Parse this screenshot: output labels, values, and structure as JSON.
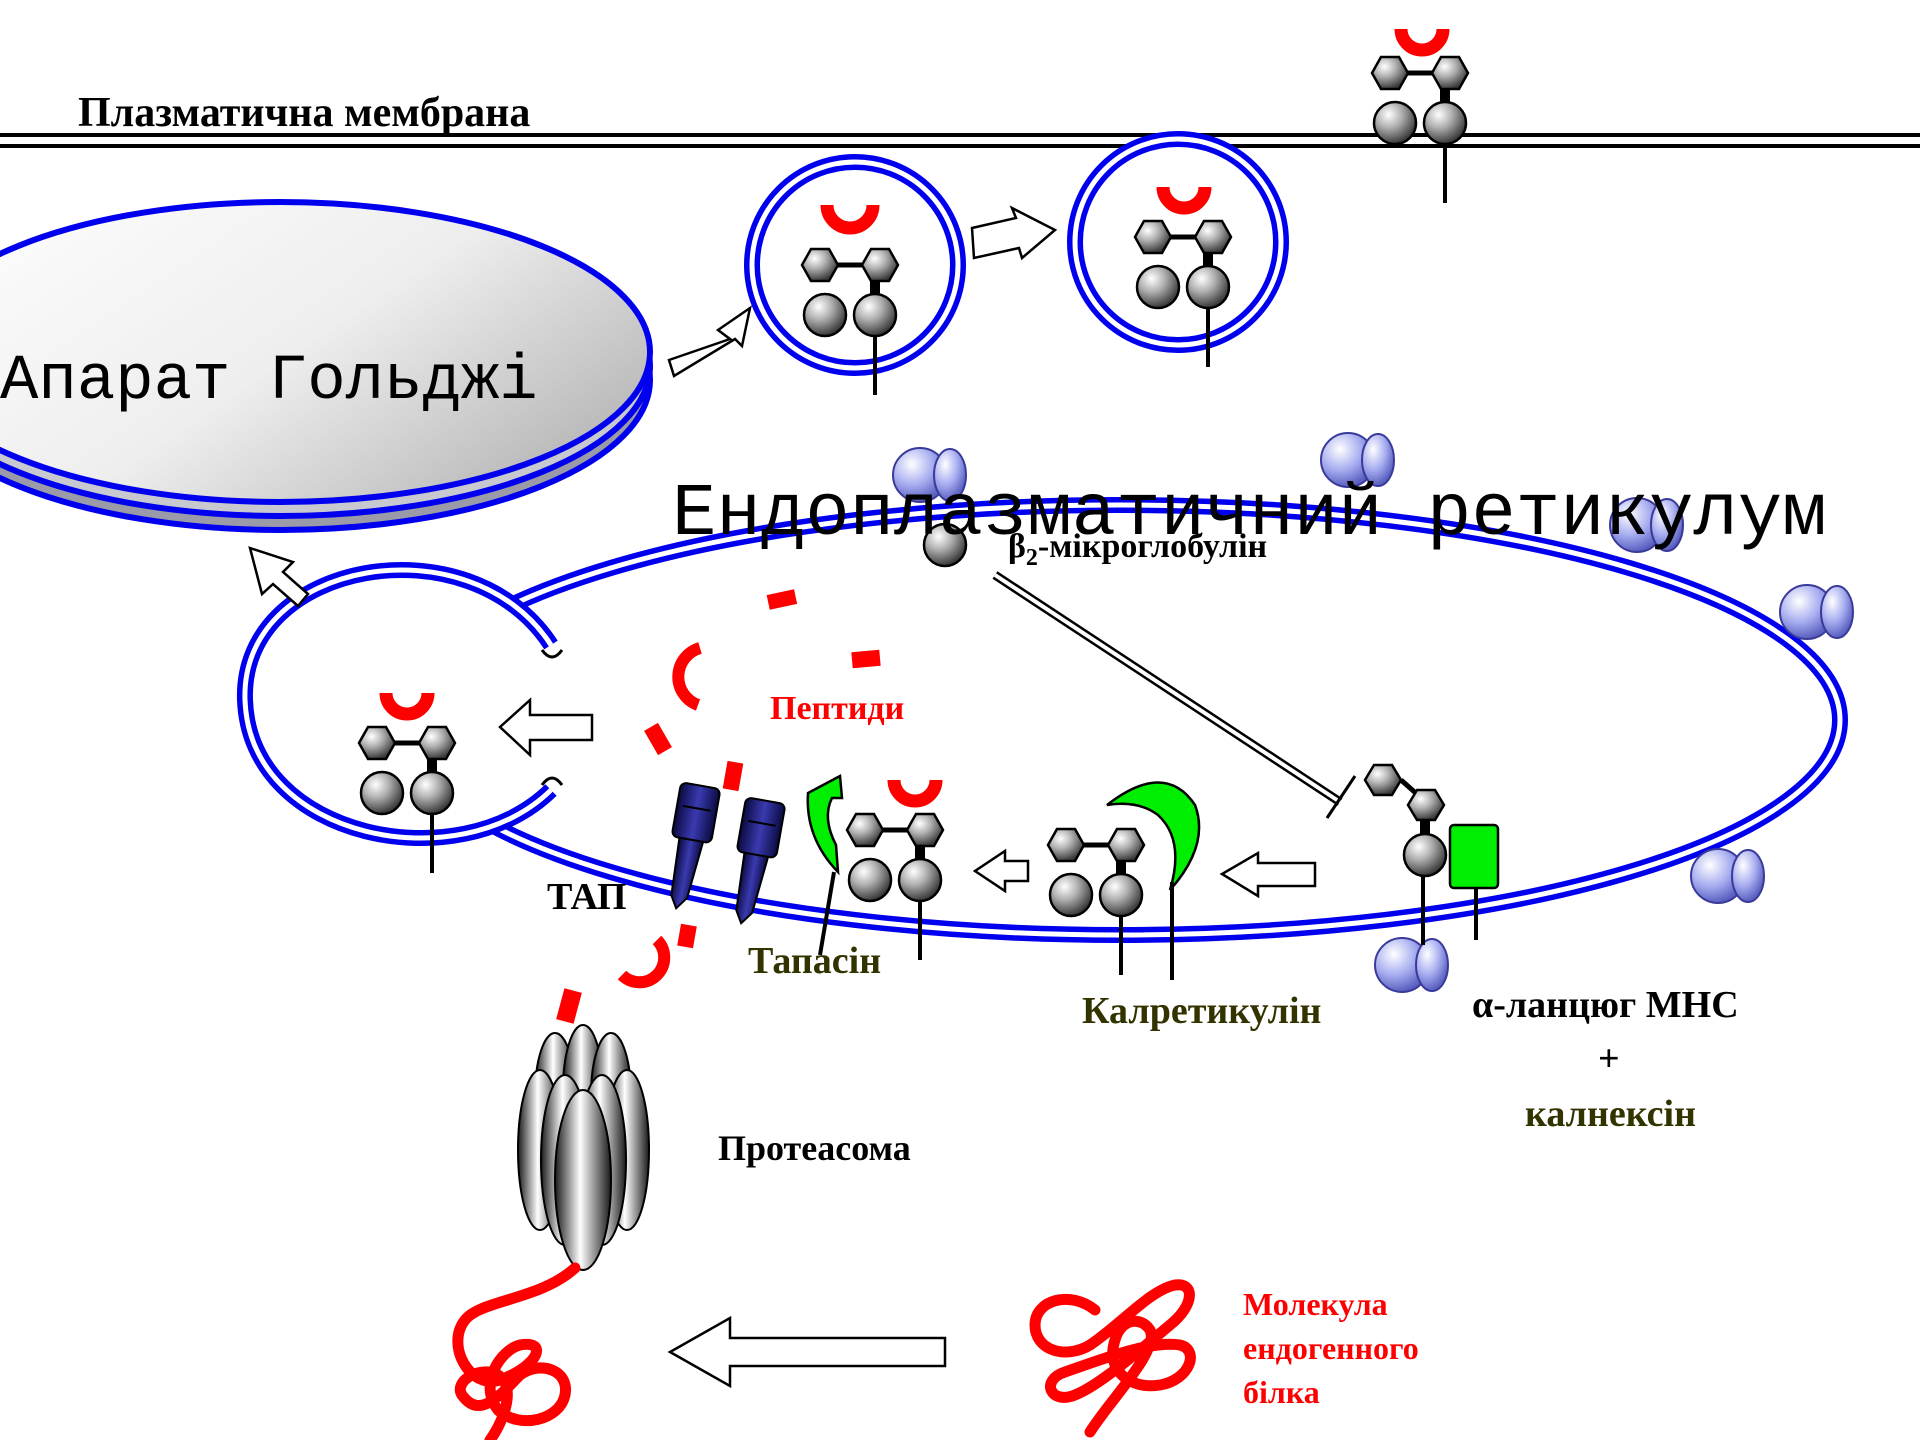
{
  "labels": {
    "plasma_membrane": "Плазматична мембрана",
    "golgi": "Апарат Гольджі",
    "er": "Ендоплазматичний ретикулум",
    "b2_prefix": "β",
    "b2_sub": "2",
    "b2_suffix": "-мікроглобулін",
    "peptides": "Пептиди",
    "tap": "ТАП",
    "tapasin": "Тапасін",
    "calreticulin": "Калретикулін",
    "alpha_chain": "α-ланцюг МНС",
    "plus": "+",
    "calnexin": "калнексін",
    "proteasome": "Протеасома",
    "protein_line1": "Молекула",
    "protein_line2": "ендогенного",
    "protein_line3": "білка"
  },
  "colors": {
    "membrane": "#0000ee",
    "peptide": "#ff0000",
    "chaperone": "#00ee00",
    "tap": "#1a1a80",
    "ribosome": "#9aa0e6",
    "olive_text": "#333300"
  }
}
